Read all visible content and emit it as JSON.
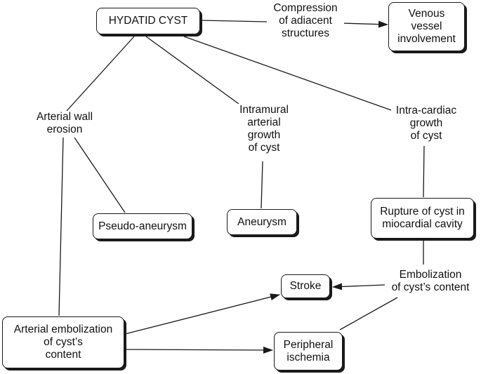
{
  "nodes": {
    "hydatid_cyst": "HYDATID CYST",
    "compression": "Compression\nof adiacent\nstructures",
    "venous_vessel": "Venous\nvessel\ninvolvement",
    "arterial_wall_erosion": "Arterial wall\nerosion",
    "intramural_growth": "Intramural\narterial\ngrowth\nof cyst",
    "intracardiac_growth": "Intra-cardiac\ngrowth\nof cyst",
    "pseudo_aneurysm": "Pseudo-aneurysm",
    "aneurysm": "Aneurysm",
    "rupture": "Rupture of cyst in\nmiocardial cavity",
    "embolization_content": "Embolization\nof cyst’s content",
    "stroke": "Stroke",
    "arterial_embolization": "Arterial embolization\nof cyst’s\ncontent",
    "peripheral_ischemia": "Peripheral\nischemia"
  },
  "colors": {
    "line": "#1a1a1a",
    "box_fill": "#ffffff",
    "text": "#111111"
  }
}
